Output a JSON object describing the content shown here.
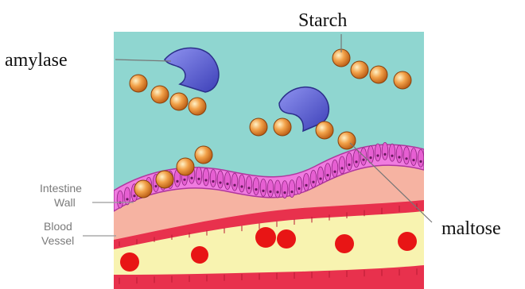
{
  "labels": {
    "starch": "Starch",
    "amylase": "amylase",
    "maltose": "maltose",
    "intestine_line1": "Intestine",
    "intestine_line2": "Wall",
    "blood_line1": "Blood",
    "blood_line2": "Vessel"
  },
  "colors": {
    "lumen": "#8fd6d0",
    "enzyme": "#5b5fcf",
    "bead": "#e88a2c",
    "cell": "#e65fd2",
    "tissue": "#f6b3a2",
    "vessel_wall": "#e8314d",
    "plasma": "#f8f3b0",
    "rbc": "#e81515"
  }
}
